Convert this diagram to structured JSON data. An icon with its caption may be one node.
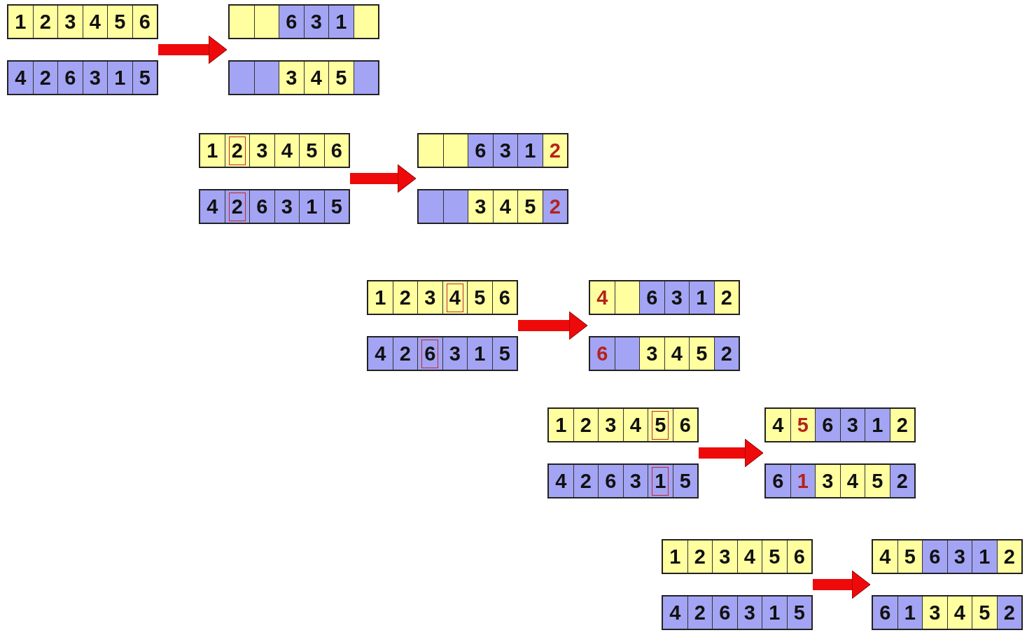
{
  "diagram": {
    "nodes": [
      {
        "text": [],
        "shape": "box"
      },
      {
        "text": [
          "1"
        ],
        "in": 0
      },
      {
        "text": [
          "2"
        ],
        "in": 0
      },
      {
        "text": [
          "3"
        ],
        "in": 0
      },
      {
        "text": [
          "4"
        ],
        "in": 0
      },
      {
        "text": [
          "5"
        ],
        "in": 0
      },
      {
        "text": [
          "6"
        ],
        "in": 0
      },
      {
        "text": [],
        "shape": "box"
      },
      {
        "text": [],
        "shape": "box",
        "in": 7
      },
      {
        "text": [],
        "shape": "box",
        "in": 7
      },
      {
        "text": [
          "6"
        ],
        "in": 7
      },
      {
        "text": [
          "3"
        ],
        "in": 7
      },
      {
        "text": [
          "1"
        ],
        "in": 7
      },
      {
        "text": [],
        "shape": "box",
        "in": 7
      },
      {
        "text": [],
        "shape": "box"
      },
      {
        "text": [
          "4"
        ],
        "in": 14
      },
      {
        "text": [
          "2"
        ],
        "in": 14
      },
      {
        "text": [
          "6"
        ],
        "in": 14
      },
      {
        "text": [
          "3"
        ],
        "in": 14
      },
      {
        "text": [
          "1"
        ],
        "in": 14
      },
      {
        "text": [
          "5"
        ],
        "in": 14
      },
      {
        "text": [],
        "shape": "box"
      },
      {
        "text": [],
        "shape": "box",
        "in": 21
      },
      {
        "text": [],
        "shape": "box",
        "in": 21
      },
      {
        "text": [
          "3"
        ],
        "in": 21
      },
      {
        "text": [
          "4"
        ],
        "in": 21
      },
      {
        "text": [
          "5"
        ],
        "in": 21
      },
      {
        "text": [],
        "shape": "box",
        "in": 21
      },
      {
        "text": [],
        "shape": "box"
      },
      {
        "text": [
          "1"
        ],
        "in": 28
      },
      {
        "text": [
          "2"
        ],
        "in": 28
      },
      {
        "text": [
          "3"
        ],
        "in": 28
      },
      {
        "text": [
          "4"
        ],
        "in": 28
      },
      {
        "text": [
          "5"
        ],
        "in": 28
      },
      {
        "text": [
          "6"
        ],
        "in": 28
      },
      {
        "text": [],
        "shape": "box"
      },
      {
        "text": [],
        "shape": "box",
        "in": 35
      },
      {
        "text": [],
        "shape": "box",
        "in": 35
      },
      {
        "text": [
          "6"
        ],
        "in": 35
      },
      {
        "text": [
          "3"
        ],
        "in": 35
      },
      {
        "text": [
          "1"
        ],
        "in": 35
      },
      {
        "text": [
          "2"
        ],
        "in": 35
      },
      {
        "text": [],
        "shape": "box"
      },
      {
        "text": [
          "4"
        ],
        "in": 42
      },
      {
        "text": [
          "2"
        ],
        "in": 42
      },
      {
        "text": [
          "6"
        ],
        "in": 42
      },
      {
        "text": [
          "3"
        ],
        "in": 42
      },
      {
        "text": [
          "1"
        ],
        "in": 42
      },
      {
        "text": [
          "5"
        ],
        "in": 42
      },
      {
        "text": [],
        "shape": "box"
      },
      {
        "text": [],
        "shape": "box",
        "in": 49
      },
      {
        "text": [],
        "shape": "box",
        "in": 49
      },
      {
        "text": [
          "3"
        ],
        "in": 49
      },
      {
        "text": [
          "4"
        ],
        "in": 49
      },
      {
        "text": [
          "5"
        ],
        "in": 49
      },
      {
        "text": [
          "2"
        ],
        "in": 49
      },
      {
        "text": [],
        "shape": "box"
      },
      {
        "text": [
          "1"
        ],
        "in": 56
      },
      {
        "text": [
          "2"
        ],
        "in": 56
      },
      {
        "text": [
          "3"
        ],
        "in": 56
      },
      {
        "text": [
          "4"
        ],
        "in": 56
      },
      {
        "text": [
          "5"
        ],
        "in": 56
      },
      {
        "text": [
          "6"
        ],
        "in": 56
      },
      {
        "text": [],
        "shape": "box"
      },
      {
        "text": [
          "4"
        ],
        "in": 63
      },
      {
        "text": [],
        "shape": "box",
        "in": 63
      },
      {
        "text": [
          "6"
        ],
        "in": 63
      },
      {
        "text": [
          "3"
        ],
        "in": 63
      },
      {
        "text": [
          "1"
        ],
        "in": 63
      },
      {
        "text": [
          "2"
        ],
        "in": 63
      },
      {
        "text": [],
        "shape": "box"
      },
      {
        "text": [
          "4"
        ],
        "in": 70
      },
      {
        "text": [
          "2"
        ],
        "in": 70
      },
      {
        "text": [
          "6"
        ],
        "in": 70
      },
      {
        "text": [
          "3"
        ],
        "in": 70
      },
      {
        "text": [
          "1"
        ],
        "in": 70
      },
      {
        "text": [
          "5"
        ],
        "in": 70
      },
      {
        "text": [],
        "shape": "box"
      },
      {
        "text": [
          "6"
        ],
        "in": 77
      },
      {
        "text": [],
        "shape": "box",
        "in": 77
      },
      {
        "text": [
          "3"
        ],
        "in": 77
      },
      {
        "text": [
          "4"
        ],
        "in": 77
      },
      {
        "text": [
          "5"
        ],
        "in": 77
      },
      {
        "text": [
          "2"
        ],
        "in": 77
      },
      {
        "text": [],
        "shape": "box"
      },
      {
        "text": [
          "1"
        ],
        "in": 84
      },
      {
        "text": [
          "2"
        ],
        "in": 84
      },
      {
        "text": [
          "3"
        ],
        "in": 84
      },
      {
        "text": [
          "4"
        ],
        "in": 84
      },
      {
        "text": [
          "5"
        ],
        "in": 84
      },
      {
        "text": [
          "6"
        ],
        "in": 84
      },
      {
        "text": [],
        "shape": "box"
      },
      {
        "text": [
          "4"
        ],
        "in": 91
      },
      {
        "text": [
          "5"
        ],
        "in": 91
      },
      {
        "text": [
          "6"
        ],
        "in": 91
      },
      {
        "text": [
          "3"
        ],
        "in": 91
      },
      {
        "text": [
          "1"
        ],
        "in": 91
      },
      {
        "text": [
          "2"
        ],
        "in": 91
      },
      {
        "text": [],
        "shape": "box"
      },
      {
        "text": [
          "4"
        ],
        "in": 98
      },
      {
        "text": [
          "2"
        ],
        "in": 98
      },
      {
        "text": [
          "6"
        ],
        "in": 98
      },
      {
        "text": [
          "3"
        ],
        "in": 98
      },
      {
        "text": [
          "1"
        ],
        "in": 98
      },
      {
        "text": [
          "5"
        ],
        "in": 98
      },
      {
        "text": [],
        "shape": "box"
      },
      {
        "text": [
          "6"
        ],
        "in": 105
      },
      {
        "text": [
          "1"
        ],
        "in": 105
      },
      {
        "text": [
          "3"
        ],
        "in": 105
      },
      {
        "text": [
          "4"
        ],
        "in": 105
      },
      {
        "text": [
          "5"
        ],
        "in": 105
      },
      {
        "text": [
          "2"
        ],
        "in": 105
      },
      {
        "text": [],
        "shape": "box"
      },
      {
        "text": [
          "1"
        ],
        "in": 112
      },
      {
        "text": [
          "2"
        ],
        "in": 112
      },
      {
        "text": [
          "3"
        ],
        "in": 112
      },
      {
        "text": [
          "4"
        ],
        "in": 112
      },
      {
        "text": [
          "5"
        ],
        "in": 112
      },
      {
        "text": [
          "6"
        ],
        "in": 112
      },
      {
        "text": [],
        "shape": "box"
      },
      {
        "text": [
          "4"
        ],
        "in": 119
      },
      {
        "text": [
          "5"
        ],
        "in": 119
      },
      {
        "text": [
          "6"
        ],
        "in": 119
      },
      {
        "text": [
          "3"
        ],
        "in": 119
      },
      {
        "text": [
          "1"
        ],
        "in": 119
      },
      {
        "text": [
          "2"
        ],
        "in": 119
      },
      {
        "text": [],
        "shape": "box"
      },
      {
        "text": [
          "4"
        ],
        "in": 126
      },
      {
        "text": [
          "2"
        ],
        "in": 126
      },
      {
        "text": [
          "6"
        ],
        "in": 126
      },
      {
        "text": [
          "3"
        ],
        "in": 126
      },
      {
        "text": [
          "1"
        ],
        "in": 126
      },
      {
        "text": [
          "5"
        ],
        "in": 126
      },
      {
        "text": [],
        "shape": "box"
      },
      {
        "text": [
          "6"
        ],
        "in": 133
      },
      {
        "text": [
          "1"
        ],
        "in": 133
      },
      {
        "text": [
          "3"
        ],
        "in": 133
      },
      {
        "text": [
          "4"
        ],
        "in": 133
      },
      {
        "text": [
          "5"
        ],
        "in": 133
      },
      {
        "text": [
          "2"
        ],
        "in": 133
      }
    ],
    "edges": [
      {
        "from": 0,
        "to": 7,
        "arrow": "to"
      },
      {
        "from": 0,
        "to": 21,
        "arrow": "to"
      },
      {
        "from": 14,
        "to": 7,
        "arrow": "to"
      },
      {
        "from": 14,
        "to": 21,
        "arrow": "to"
      },
      {
        "from": 28,
        "to": 35,
        "arrow": "to"
      },
      {
        "from": 28,
        "to": 49,
        "arrow": "to"
      },
      {
        "from": 42,
        "to": 35,
        "arrow": "to"
      },
      {
        "from": 42,
        "to": 49,
        "arrow": "to"
      },
      {
        "from": 56,
        "to": 63,
        "arrow": "to"
      },
      {
        "from": 56,
        "to": 77,
        "arrow": "to"
      },
      {
        "from": 70,
        "to": 63,
        "arrow": "to"
      },
      {
        "from": 70,
        "to": 77,
        "arrow": "to"
      },
      {
        "from": 84,
        "to": 91,
        "arrow": "to"
      },
      {
        "from": 84,
        "to": 105,
        "arrow": "to"
      },
      {
        "from": 98,
        "to": 91,
        "arrow": "to"
      },
      {
        "from": 98,
        "to": 105,
        "arrow": "to"
      },
      {
        "from": 112,
        "to": 119,
        "arrow": "to"
      },
      {
        "from": 112,
        "to": 133,
        "arrow": "to"
      },
      {
        "from": 126,
        "to": 119,
        "arrow": "to"
      },
      {
        "from": 126,
        "to": 133,
        "arrow": "to"
      }
    ]
  }
}
